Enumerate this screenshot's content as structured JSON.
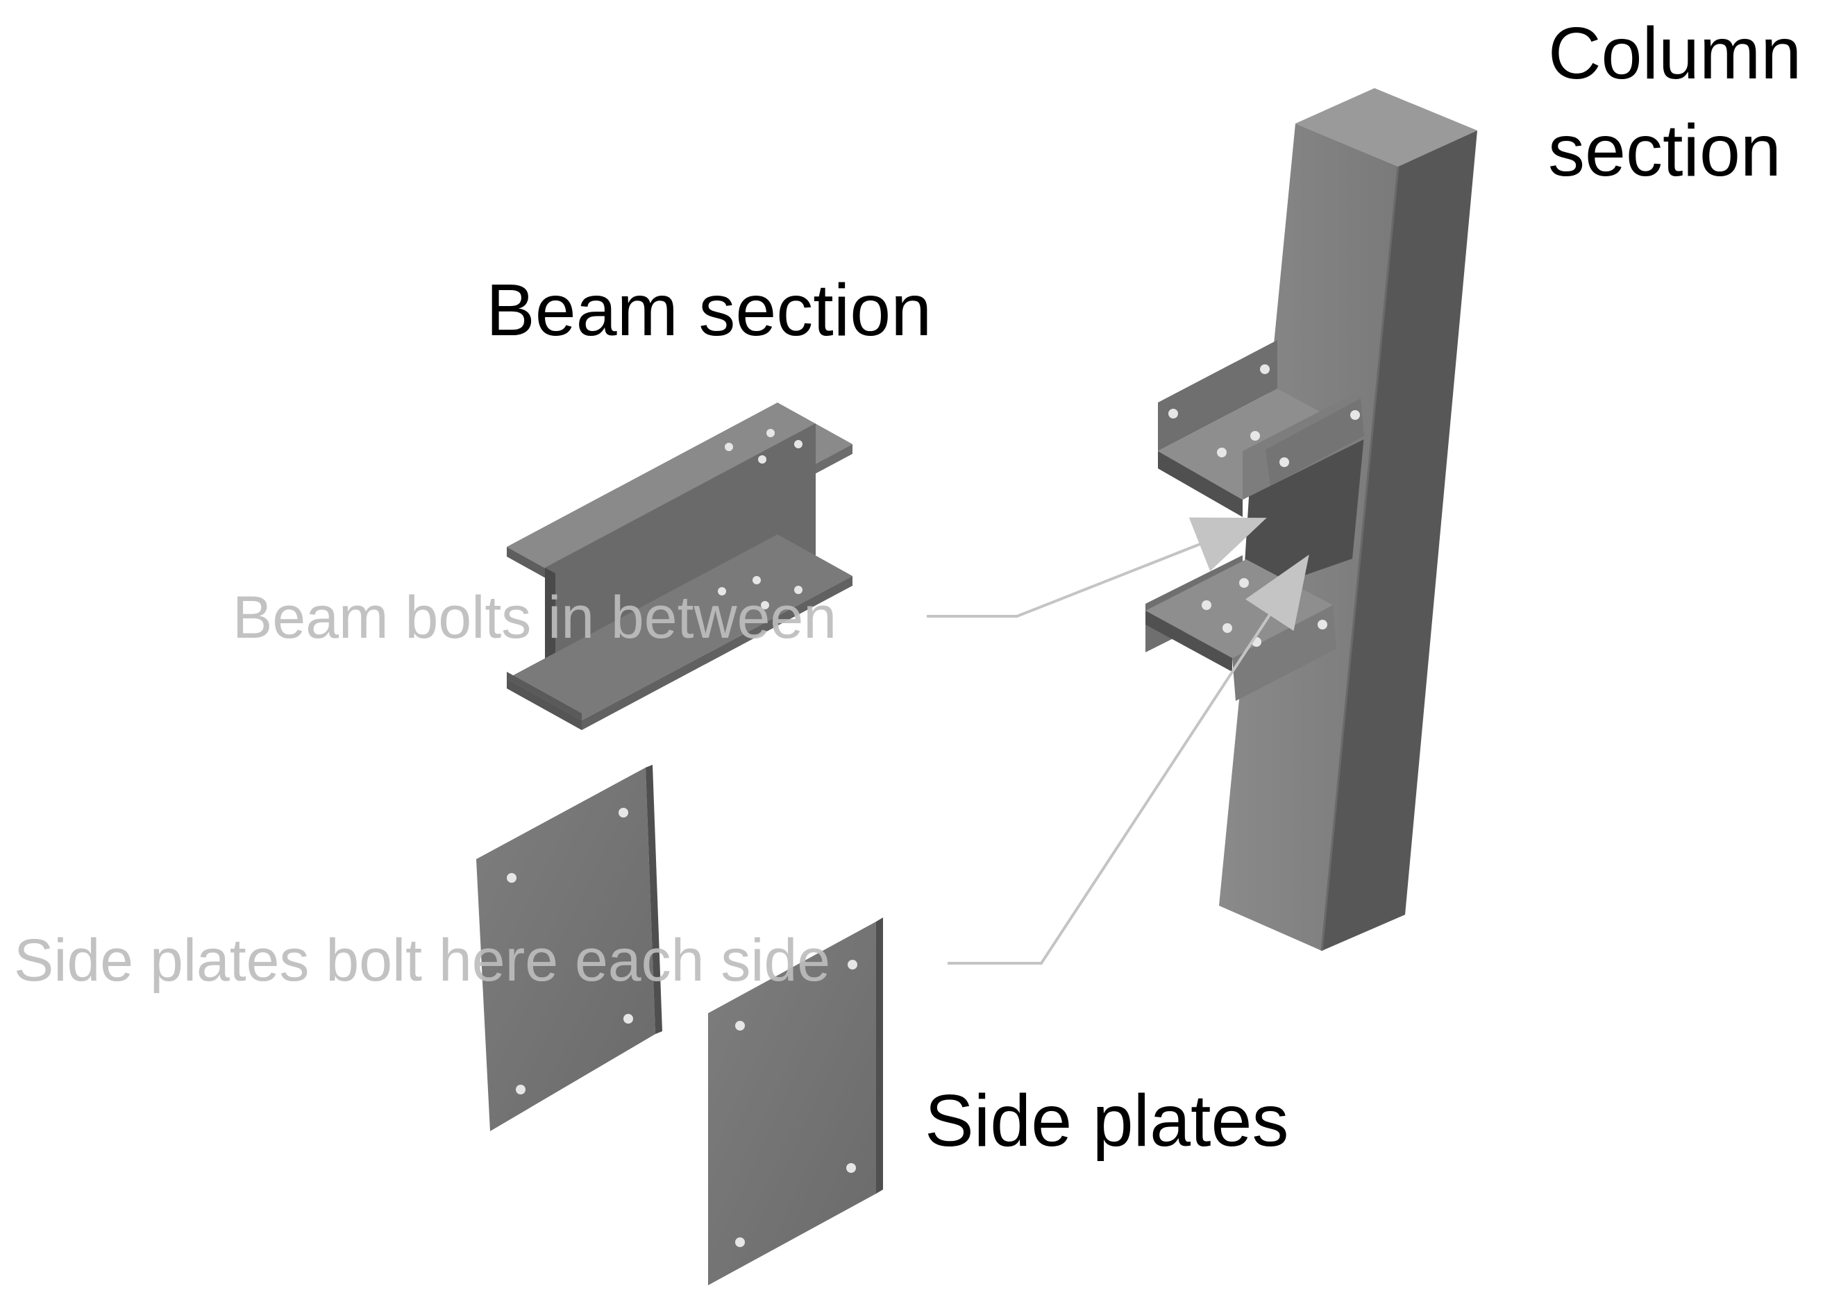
{
  "labels": {
    "column_section_line1": "Column",
    "column_section_line2": "section",
    "beam_section": "Beam section",
    "beam_bolts": "Beam bolts in between",
    "side_plates_bolt": "Side plates bolt here each side",
    "side_plates": "Side plates"
  },
  "colors": {
    "steel_light": "#8c8c8c",
    "steel_mid": "#737373",
    "steel_dark": "#575757",
    "steel_shadow": "#3f3f3f",
    "annotation": "#bfbfbf",
    "label": "#000000",
    "bolt_hole": "#e6e6e6"
  }
}
